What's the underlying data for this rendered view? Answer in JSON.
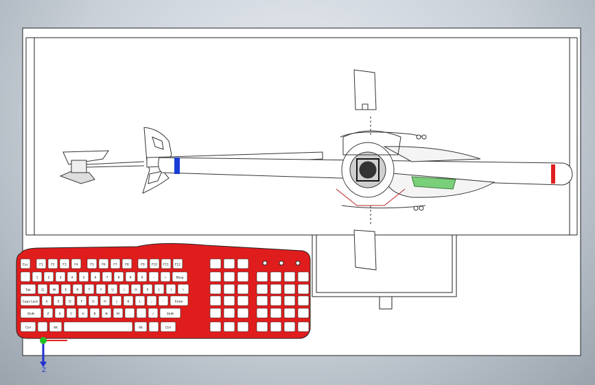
{
  "viewport": {
    "background_top": "#e9edf2",
    "background_bottom": "#9aa3ad",
    "monitor_color": "#ffffff",
    "line_color": "#222222"
  },
  "keyboard": {
    "body_color": "#e01d1d",
    "key_color": "#ffffff",
    "rows": [
      [
        "Esc",
        "F1",
        "F2",
        "F3",
        "F4",
        "F5",
        "F6",
        "F7",
        "F8",
        "F9",
        "F10",
        "F11",
        "F12"
      ],
      [
        "`",
        "1",
        "2",
        "3",
        "4",
        "5",
        "6",
        "7",
        "8",
        "9",
        "0",
        "-",
        "=",
        "Bksp"
      ],
      [
        "Tab",
        "Q",
        "W",
        "E",
        "R",
        "T",
        "Y",
        "U",
        "I",
        "O",
        "P",
        "[",
        "]",
        "\\"
      ],
      [
        "Caps Lock",
        "A",
        "S",
        "D",
        "F",
        "G",
        "H",
        "J",
        "K",
        "L",
        ";",
        "'",
        "Enter"
      ],
      [
        "Shift",
        "Z",
        "X",
        "C",
        "V",
        "B",
        "N",
        "M",
        ",",
        ".",
        "/",
        "Shift"
      ],
      [
        "Ctrl",
        "",
        "Alt",
        "",
        "Alt",
        "",
        "Ctrl"
      ]
    ],
    "enter_label": "Enter"
  },
  "helicopter": {
    "stripe_left_color": "#1a3cd6",
    "stripe_right_color": "#e02020",
    "accent_green": "#7ad07a",
    "accent_red": "#cc1a1a"
  },
  "triad": {
    "x_color": "#e02020",
    "y_color": "#20c020",
    "z_color": "#2030d0",
    "z_label": "Z"
  }
}
